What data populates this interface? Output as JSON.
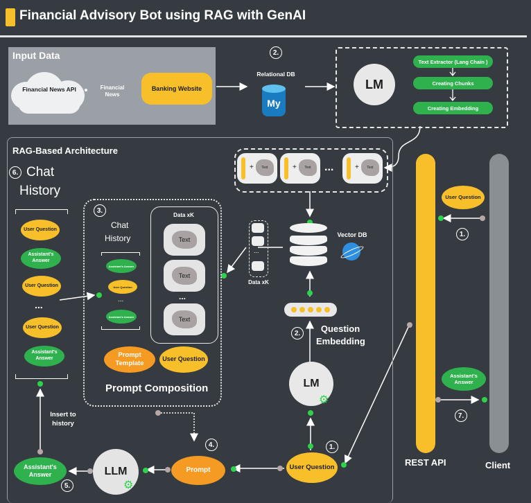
{
  "header": {
    "title": "Financial Advisory Bot using RAG with GenAI"
  },
  "input_data": {
    "title": "Input Data",
    "news_api": "Financial News API",
    "flow_label": "Financial News",
    "banking": "Banking Website"
  },
  "relational": {
    "step": "2.",
    "label": "Relational DB",
    "icon_text": "My"
  },
  "lm_pipeline": {
    "lm": "LM",
    "steps": [
      "Text Extractor (Lang Chain )",
      "Creating Chunks",
      "Creating Embedding"
    ]
  },
  "rag": {
    "title": "RAG-Based Architecture"
  },
  "chat_history": {
    "step": "6.",
    "title_line1": "Chat",
    "title_line2": "History",
    "items": [
      "User Question",
      "Assistant's Answer",
      "User Question",
      "User Question",
      "Assistant's Answer"
    ],
    "ellipsis": "...",
    "insert_label": "Insert to history"
  },
  "prompt_comp": {
    "step": "3.",
    "chat_line1": "Chat",
    "chat_line2": "History",
    "mini_items": [
      "Assistant's Answer",
      "User Question",
      "Assistant's Answer"
    ],
    "data_title": "Data xK",
    "text_cards": [
      "Text",
      "Text",
      "Text"
    ],
    "ellipsis": "...",
    "template": "Prompt Template",
    "user_question": "User Question",
    "label": "Prompt Composition"
  },
  "chunks": {
    "plus": "+",
    "text": "Text",
    "ellipsis": "..."
  },
  "vector": {
    "label": "Vector DB",
    "data_label": "Data xK",
    "ellipsis": "..."
  },
  "question_embedding": {
    "step": "2.",
    "line1": "Question",
    "line2": "Embedding"
  },
  "query_lm": {
    "label": "LM",
    "step": "1."
  },
  "bottom": {
    "user_question": "User Question",
    "prompt": "Prompt",
    "prompt_step": "4.",
    "llm": "LLM",
    "answer": "Assistant's Answer",
    "answer_step": "5."
  },
  "client_side": {
    "rest_api": "REST API",
    "client": "Client",
    "user_question": "User Question",
    "step1": "1.",
    "assistant_answer": "Assistant's Answer",
    "step7": "7."
  },
  "colors": {
    "background": "#353b40",
    "yellow": "#f7c02b",
    "green": "#2fb24e",
    "orange": "#f59a23",
    "client_bar": "#8a8f93"
  }
}
